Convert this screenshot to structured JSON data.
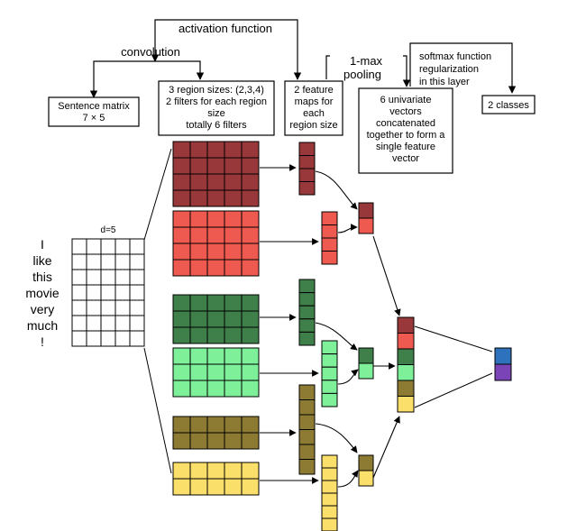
{
  "top_labels": {
    "activation_function": "activation function",
    "convolution": "convolution",
    "pooling_line1": "1-max",
    "pooling_line2": "pooling",
    "softmax_line1": "softmax function",
    "softmax_line2": "regularization",
    "softmax_line3": "in this layer"
  },
  "boxes": {
    "sentence_matrix": [
      "Sentence matrix",
      "7 × 5"
    ],
    "region_sizes": [
      "3 region sizes: (2,3,4)",
      "2 filters for each region",
      "size",
      "totally 6 filters"
    ],
    "feature_maps": [
      "2 feature",
      "maps for",
      "each",
      "region size"
    ],
    "univariate": [
      "6 univariate",
      "vectors",
      "concatenated",
      "together to form a",
      "single feature",
      "vector"
    ],
    "classes": "2 classes"
  },
  "sentence": {
    "dim_label": "d=5",
    "words": [
      "I",
      "like",
      "this",
      "movie",
      "very",
      "much",
      "!"
    ]
  },
  "colors": {
    "dark_red": "#99383a",
    "red": "#ef5a50",
    "dark_green": "#3e7f4a",
    "light_green": "#7ff09a",
    "olive": "#8d7a33",
    "yellow": "#fbdf6b",
    "blue": "#2e72bd",
    "purple": "#7a44b6"
  }
}
